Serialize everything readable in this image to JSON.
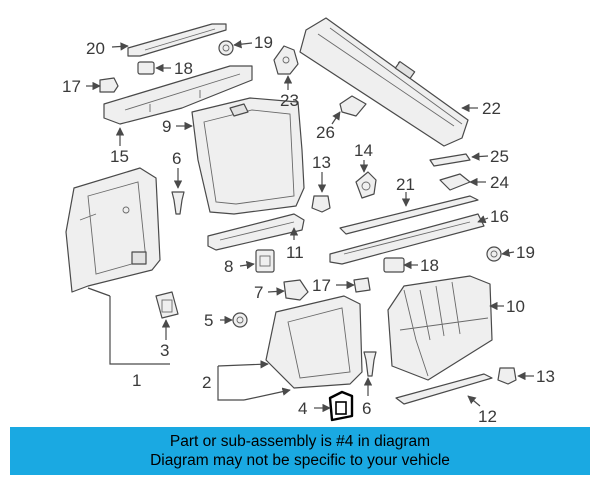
{
  "callouts": {
    "c1": "1",
    "c2": "2",
    "c3": "3",
    "c4": "4",
    "c5": "5",
    "c6a": "6",
    "c6b": "6",
    "c7": "7",
    "c8": "8",
    "c9": "9",
    "c10": "10",
    "c11": "11",
    "c12": "12",
    "c13a": "13",
    "c13b": "13",
    "c14": "14",
    "c15": "15",
    "c16": "16",
    "c17a": "17",
    "c17b": "17",
    "c18a": "18",
    "c18b": "18",
    "c19a": "19",
    "c19b": "19",
    "c20": "20",
    "c21": "21",
    "c22": "22",
    "c23": "23",
    "c24": "24",
    "c25": "25",
    "c26": "26"
  },
  "banner": {
    "line1": "Part or sub-assembly is #4 in diagram",
    "line2": "Diagram may not be specific to your vehicle",
    "color": "#1aa9e2"
  }
}
